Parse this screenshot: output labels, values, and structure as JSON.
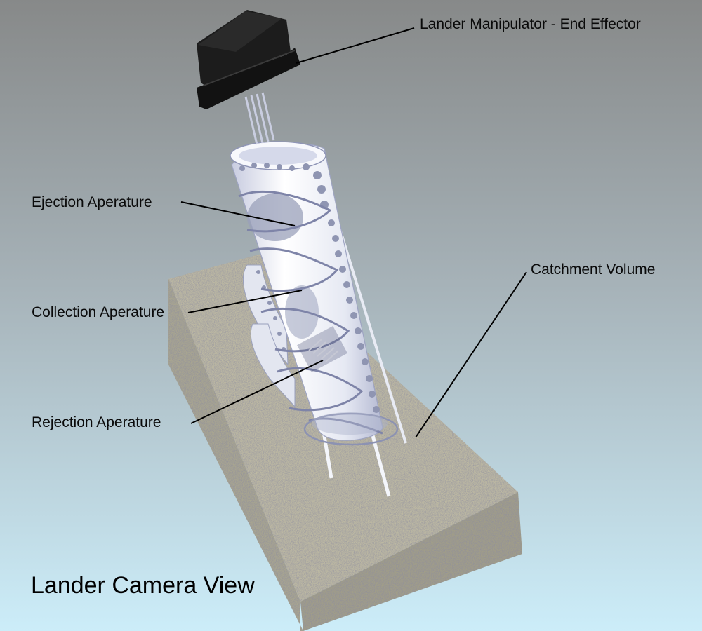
{
  "labels": {
    "end_effector": "Lander Manipulator - End Effector",
    "ejection": "Ejection Aperature",
    "collection": "Collection Aperature",
    "rejection": "Rejection Aperature",
    "catchment": "Catchment Volume"
  },
  "caption": "Lander Camera View",
  "colors": {
    "sky_top": "#888a8a",
    "sky_bottom": "#cdeefa",
    "soil": "#b9b6a2",
    "soil_side": "#9d9a86",
    "device": "#f2f4fa",
    "device_shadow": "#a9aec8",
    "effector": "#151515",
    "leader_line": "#000000"
  }
}
